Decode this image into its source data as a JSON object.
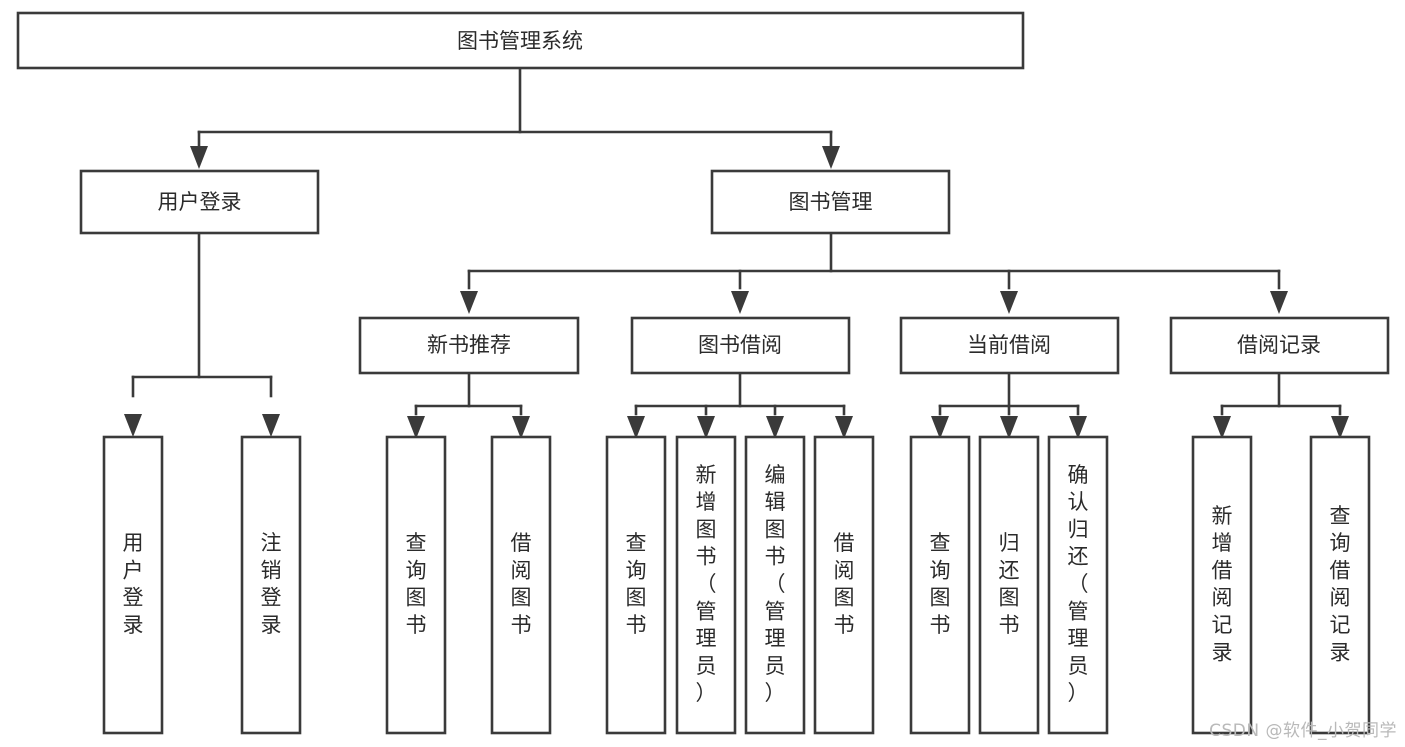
{
  "diagram": {
    "type": "tree",
    "title": "图书管理系统",
    "root": {
      "label": "图书管理系统"
    },
    "level2": [
      {
        "label": "用户登录"
      },
      {
        "label": "图书管理"
      }
    ],
    "level3": [
      {
        "label": "新书推荐"
      },
      {
        "label": "图书借阅"
      },
      {
        "label": "当前借阅"
      },
      {
        "label": "借阅记录"
      }
    ],
    "leaves_user_login": [
      {
        "label": "用户登录"
      },
      {
        "label": "注销登录"
      }
    ],
    "leaves_new_book": [
      {
        "label": "查询图书"
      },
      {
        "label": "借阅图书"
      }
    ],
    "leaves_borrow": [
      {
        "label": "查询图书"
      },
      {
        "label": "新增图书（管理员）"
      },
      {
        "label": "编辑图书（管理员）"
      },
      {
        "label": "借阅图书"
      }
    ],
    "leaves_current": [
      {
        "label": "查询图书"
      },
      {
        "label": "归还图书"
      },
      {
        "label": "确认归还（管理员）"
      }
    ],
    "leaves_record": [
      {
        "label": "新增借阅记录"
      },
      {
        "label": "查询借阅记录"
      }
    ]
  },
  "watermark": {
    "text": "CSDN @软件_小贺同学"
  },
  "colors": {
    "stroke": "#3a3a3a",
    "fill": "#ffffff",
    "text": "#2b2b2b",
    "watermark": "#b9b9b9"
  }
}
